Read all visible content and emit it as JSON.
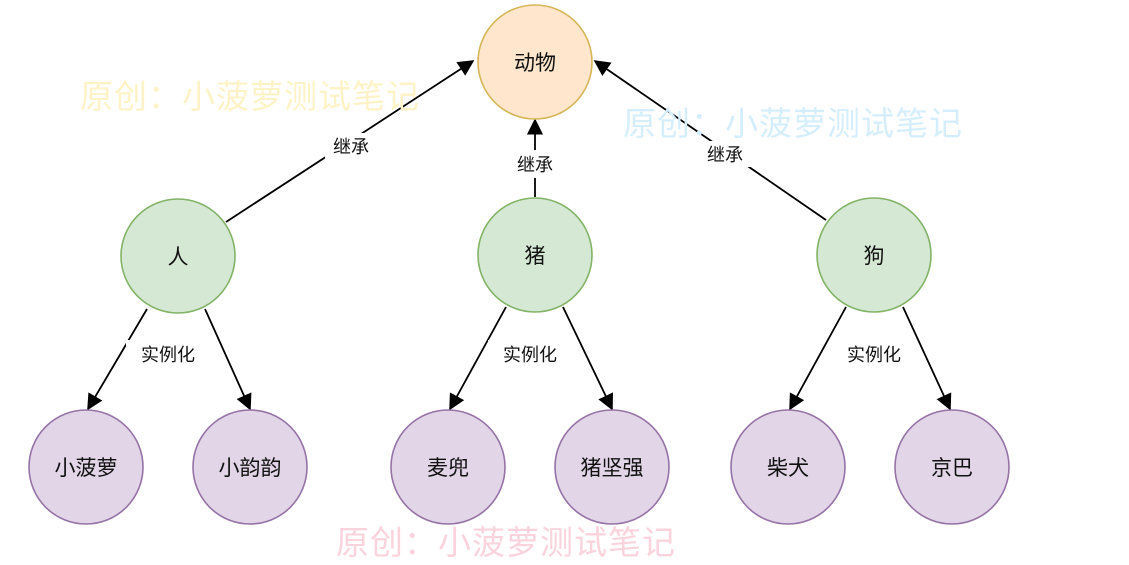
{
  "nodes": {
    "animal": "动物",
    "human": "人",
    "pig": "猪",
    "dog": "狗",
    "xiaoboluo": "小菠萝",
    "xiaoyunyun": "小韵韵",
    "maidou": "麦兜",
    "zhujianqiang": "猪坚强",
    "chaiquan": "柴犬",
    "jingba": "京巴"
  },
  "edge_labels": {
    "inherit_human": "继承",
    "inherit_pig": "继承",
    "inherit_dog": "继承",
    "instantiate_human": "实例化",
    "instantiate_pig": "实例化",
    "instantiate_dog": "实例化"
  },
  "watermarks": {
    "top_left": "原创：小菠萝测试笔记",
    "top_right": "原创：小菠萝测试笔记",
    "bottom": "原创：小菠萝测试笔记"
  },
  "colors": {
    "root_fill": "#ffe6cc",
    "root_stroke": "#d6b656",
    "class_fill": "#d5e8d4",
    "class_stroke": "#82b366",
    "instance_fill": "#e1d5e7",
    "instance_stroke": "#9673a6",
    "edge": "#000000",
    "wm_top_left": "#fdf3c6",
    "wm_top_right": "#d5eefb",
    "wm_bottom": "#fad3dc"
  }
}
